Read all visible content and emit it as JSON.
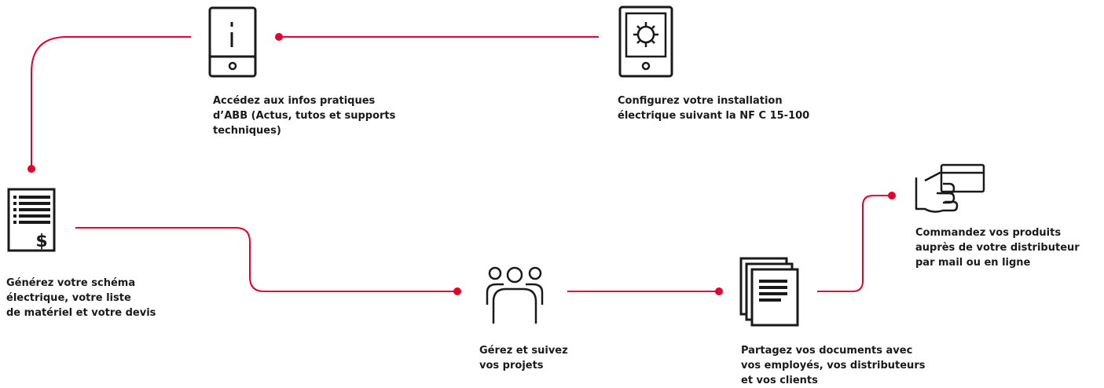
{
  "steps": {
    "infos": {
      "caption": [
        "Accédez aux infos pratiques",
        "d’ABB (Actus, tutos et supports",
        "techniques)"
      ],
      "icon": "info-tablet-icon"
    },
    "configure": {
      "caption": [
        "Configurez votre installation",
        "électrique suivant la NF C 15-100"
      ],
      "icon": "settings-tablet-icon"
    },
    "generate": {
      "caption": [
        "Générez votre schéma",
        "électrique, votre liste",
        "de matériel et votre devis"
      ],
      "icon": "invoice-icon"
    },
    "manage": {
      "caption": [
        "Gérez et suivez",
        "vos projets"
      ],
      "icon": "team-icon"
    },
    "share": {
      "caption": [
        "Partagez vos documents avec",
        "vos employés, vos distributeurs",
        "et vos clients"
      ],
      "icon": "documents-stack-icon"
    },
    "order": {
      "caption": [
        "Commandez vos produits",
        "auprès de votre distributeur",
        "par mail ou en ligne"
      ],
      "icon": "hand-card-icon"
    }
  },
  "colors": {
    "accent": "#e4002b",
    "icon": "#1a1a1a"
  }
}
